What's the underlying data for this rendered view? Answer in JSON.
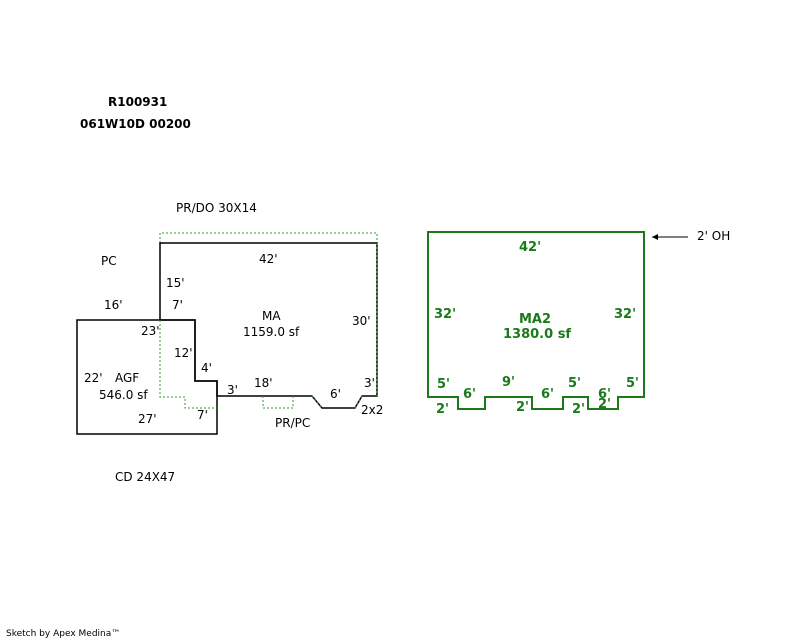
{
  "header": {
    "parcel_id": "R100931",
    "map_ref": "061W10D 00200"
  },
  "labels": {
    "prdo": "PR/DO 30X14",
    "pc": "PC",
    "prpc": "PR/PC",
    "cd": "CD 24X47",
    "oh": "2' OH",
    "step": "2x2"
  },
  "ma": {
    "name": "MA",
    "area": "1159.0 sf",
    "dims": {
      "top": "42'",
      "right": "30'",
      "left_upper": "15'",
      "notch_top": "7'",
      "notch_left": "12'",
      "notch_step": "4'",
      "bottom_left": "3'",
      "bottom_mid": "18'",
      "bay": "6'",
      "bay_right": "3'"
    }
  },
  "agf": {
    "name": "AGF",
    "area": "546.0 sf",
    "dims": {
      "top": "16'",
      "top_right": "23'",
      "left": "22'",
      "bottom": "27'",
      "notch": "7'"
    }
  },
  "ma2": {
    "name": "MA2",
    "area": "1380.0 sf",
    "dims": {
      "top": "42'",
      "left": "32'",
      "right": "32'",
      "b1": "5'",
      "b2": "6'",
      "b3": "9'",
      "b4": "6'",
      "b5": "5'",
      "b6": "6'",
      "b7": "5'",
      "d1": "2'",
      "d2": "2'",
      "d3": "2'",
      "d4": "2'"
    }
  },
  "colors": {
    "green": "#1a7a1a",
    "dashed_green": "#2e9a2e",
    "black": "#000000"
  },
  "footer": {
    "credit": "Sketch by Apex Medina™"
  }
}
